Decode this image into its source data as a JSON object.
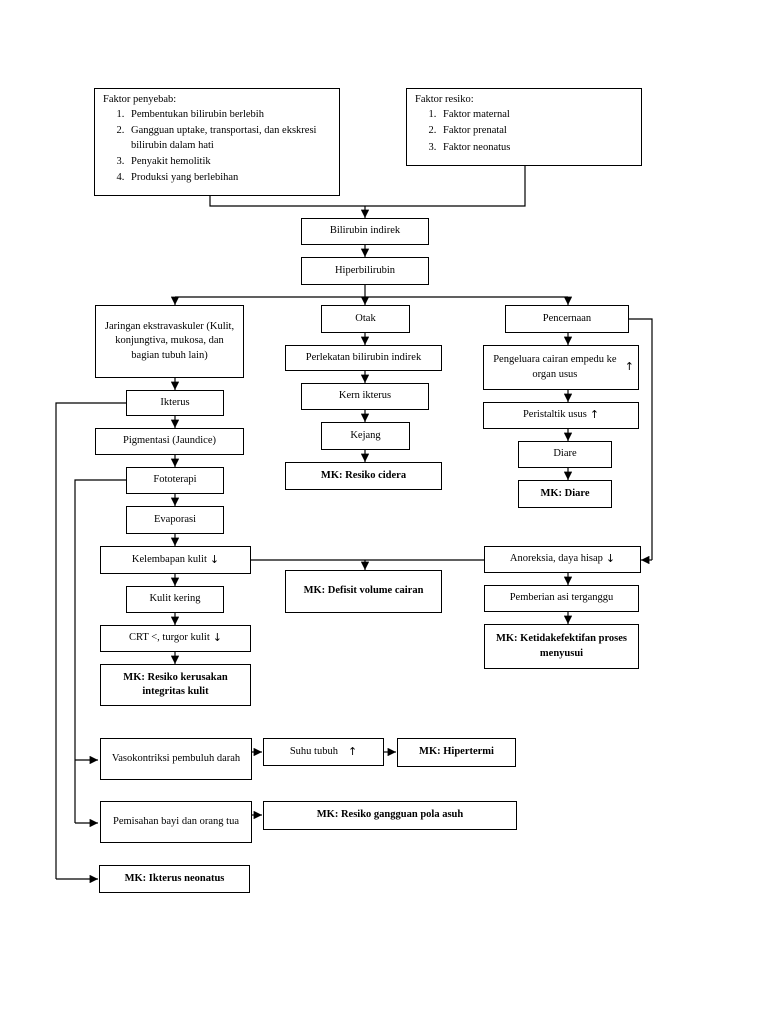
{
  "cause": {
    "title": "Faktor penyebab:",
    "items": [
      "Pembentukan bilirubin berlebih",
      "Gangguan uptake, transportasi, dan ekskresi bilirubin dalam hati",
      "Penyakit hemolitik",
      "Produksi yang berlebihan"
    ]
  },
  "risk": {
    "title": "Faktor resiko:",
    "items": [
      "Faktor maternal",
      "Faktor prenatal",
      "Faktor neonatus"
    ]
  },
  "nodes": {
    "bilirubin_indirek": "Bilirubin indirek",
    "hiperbilirubin": "Hiperbilirubin",
    "jaringan": "Jaringan ekstravaskuler (Kulit, konjungtiva, mukosa, dan bagian tubuh lain)",
    "otak": "Otak",
    "pencernaan": "Pencernaan",
    "ikterus": "Ikterus",
    "pigmentasi": "Pigmentasi (Jaundice)",
    "fototerapi": "Fototerapi",
    "evaporasi": "Evaporasi",
    "kelembapan": "Kelembapan kulit",
    "kulit_kering": "Kulit kering",
    "crt": "CRT <, turgor kulit",
    "mk_kerusakan": "MK: Resiko kerusakan integritas kulit",
    "perlekatan": "Perlekatan bilirubin indirek",
    "kern": "Kern ikterus",
    "kejang": "Kejang",
    "mk_cidera": "MK: Resiko cidera",
    "mk_defisit": "MK: Defisit volume cairan",
    "pengeluaran": "Pengeluara cairan empedu ke organ usus",
    "peristaltik": "Peristaltik usus",
    "diare": "Diare",
    "mk_diare": "MK: Diare",
    "anoreksia": "Anoreksia, daya hisap",
    "pemberian": "Pemberian asi terganggu",
    "mk_ketidakefektifan": "MK: Ketidakefektifan proses menyusui",
    "vasokontriksi": "Vasokontriksi pembuluh darah",
    "suhu": "Suhu tubuh",
    "mk_hipertermi": "MK: Hipertermi",
    "pemisahan": "Pemisahan bayi dan orang tua",
    "mk_pola_asuh": "MK: Resiko gangguan pola asuh",
    "mk_ikterus": "MK: Ikterus neonatus"
  },
  "arrows": {
    "up": "↑",
    "down": "↓"
  }
}
